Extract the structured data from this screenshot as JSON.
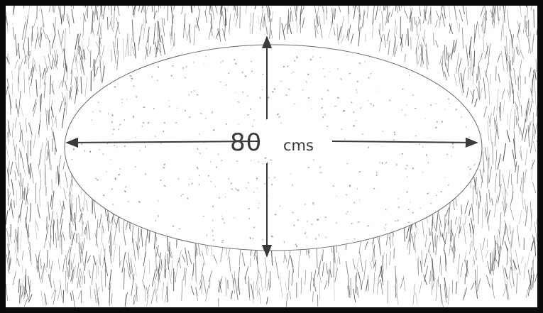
{
  "figure": {
    "measurement_value": "80",
    "measurement_unit": "cms",
    "colors": {
      "ink": "#3a3a3a",
      "grass": "#4a4a4a",
      "paper": "#ffffff",
      "frame": "#0a0a0a"
    },
    "icons": [
      "double-headed-arrow-horizontal",
      "double-headed-arrow-vertical"
    ]
  }
}
